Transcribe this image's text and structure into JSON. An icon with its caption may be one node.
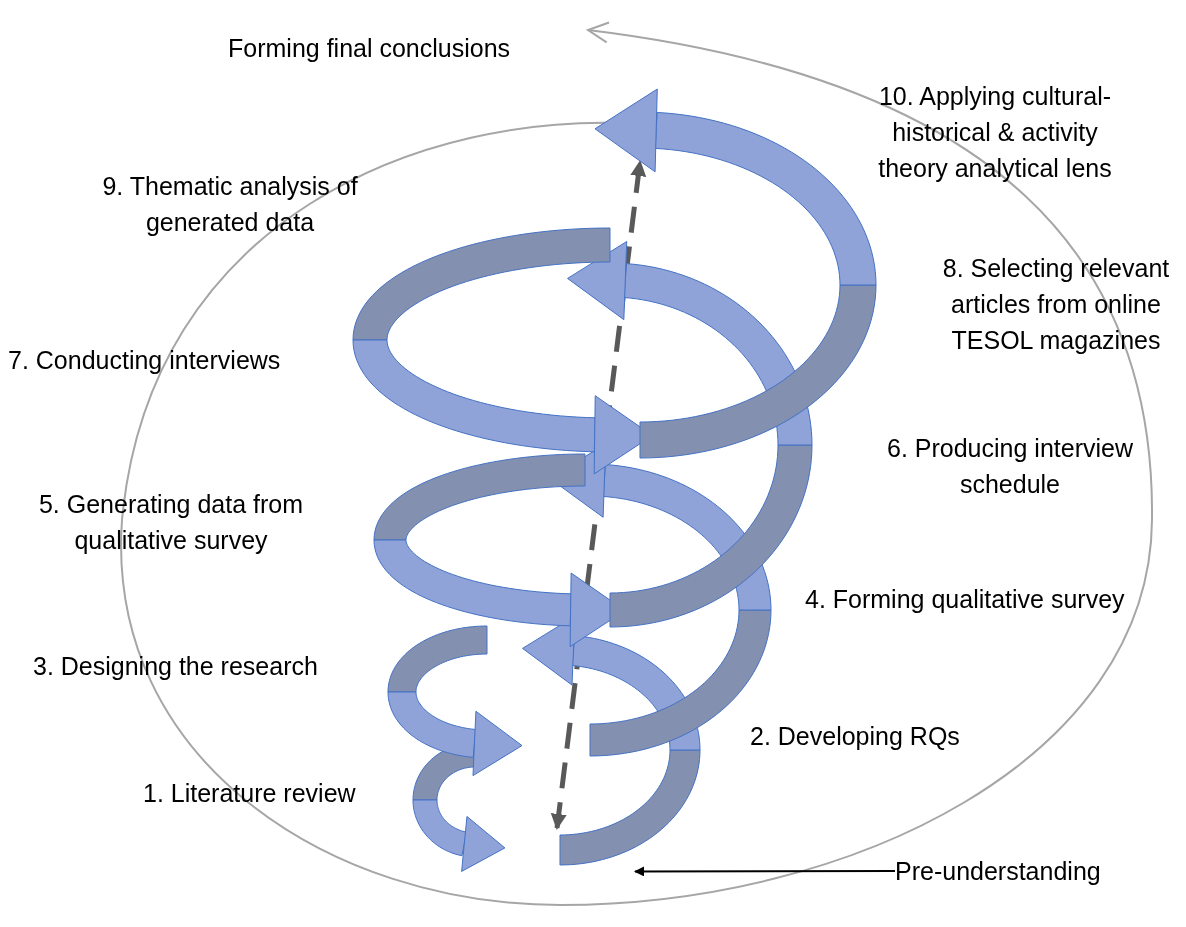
{
  "diagram": {
    "nodes": [
      {
        "text": [
          "Pre-understanding"
        ]
      },
      {
        "text": [],
        "shape": "picture"
      }
    ],
    "edges": [
      {
        "from": 0,
        "to": 1,
        "arrow": "to"
      }
    ],
    "labels": [
      "Forming final conclusions",
      "10. Applying cultural-historical & activity theory analytical lens",
      "9. Thematic analysis of generated data",
      "8. Selecting relevant articles from online TESOL magazines",
      "7. Conducting interviews",
      "6. Producing interview schedule",
      "5. Generating data from qualitative survey",
      "4. Forming qualitative survey",
      "3. Designing the research",
      "2. Developing RQs",
      "1. Literature review"
    ]
  }
}
